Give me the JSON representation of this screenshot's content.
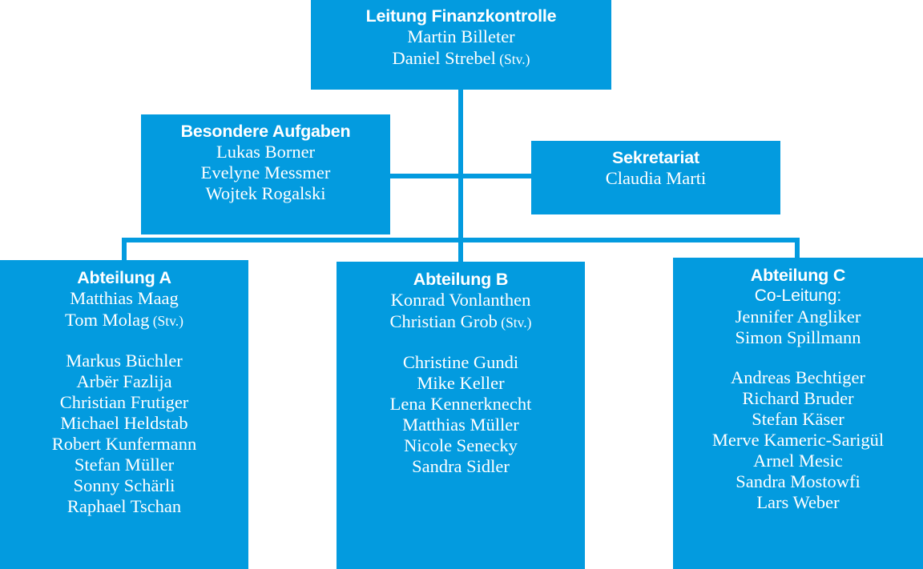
{
  "chart_data": {
    "type": "diagram",
    "title": "Leitung Finanzkontrolle",
    "layout": "org-chart"
  },
  "nodes": {
    "lead": {
      "title": "Leitung Finanzkontrolle",
      "people": [
        {
          "name": "Martin Billeter",
          "suffix": ""
        },
        {
          "name": "Daniel Strebel",
          "suffix": " (Stv.)"
        }
      ]
    },
    "special": {
      "title": "Besondere Aufgaben",
      "people": [
        {
          "name": "Lukas Borner",
          "suffix": ""
        },
        {
          "name": "Evelyne Messmer",
          "suffix": ""
        },
        {
          "name": "Wojtek Rogalski",
          "suffix": ""
        }
      ]
    },
    "secretariat": {
      "title": "Sekretariat",
      "people": [
        {
          "name": "Claudia Marti",
          "suffix": ""
        }
      ]
    },
    "dept_a": {
      "title": "Abteilung A",
      "subtitle": "",
      "leads": [
        {
          "name": "Matthias Maag",
          "suffix": ""
        },
        {
          "name": "Tom Molag",
          "suffix": " (Stv.)"
        }
      ],
      "members": [
        "Markus Büchler",
        "Arbër Fazlija",
        "Christian Frutiger",
        "Michael Heldstab",
        "Robert Kunfermann",
        "Stefan Müller",
        "Sonny Schärli",
        "Raphael Tschan"
      ]
    },
    "dept_b": {
      "title": "Abteilung B",
      "subtitle": "",
      "leads": [
        {
          "name": "Konrad Vonlanthen",
          "suffix": ""
        },
        {
          "name": "Christian Grob",
          "suffix": " (Stv.)"
        }
      ],
      "members": [
        "Christine Gundi",
        "Mike Keller",
        "Lena Kennerknecht",
        "Matthias Müller",
        "Nicole Senecky",
        "Sandra Sidler"
      ]
    },
    "dept_c": {
      "title": "Abteilung C",
      "subtitle": "Co-Leitung:",
      "leads": [
        {
          "name": "Jennifer Angliker",
          "suffix": ""
        },
        {
          "name": "Simon Spillmann",
          "suffix": ""
        }
      ],
      "members": [
        "Andreas Bechtiger",
        "Richard Bruder",
        "Stefan Käser",
        "Merve Kameric-Sarigül",
        "Arnel Mesic",
        "Sandra Mostowfi",
        "Lars Weber"
      ]
    }
  },
  "colors": {
    "box_fill": "#039BDF",
    "text": "#FFFFFF",
    "background": "#FFFFFF"
  }
}
